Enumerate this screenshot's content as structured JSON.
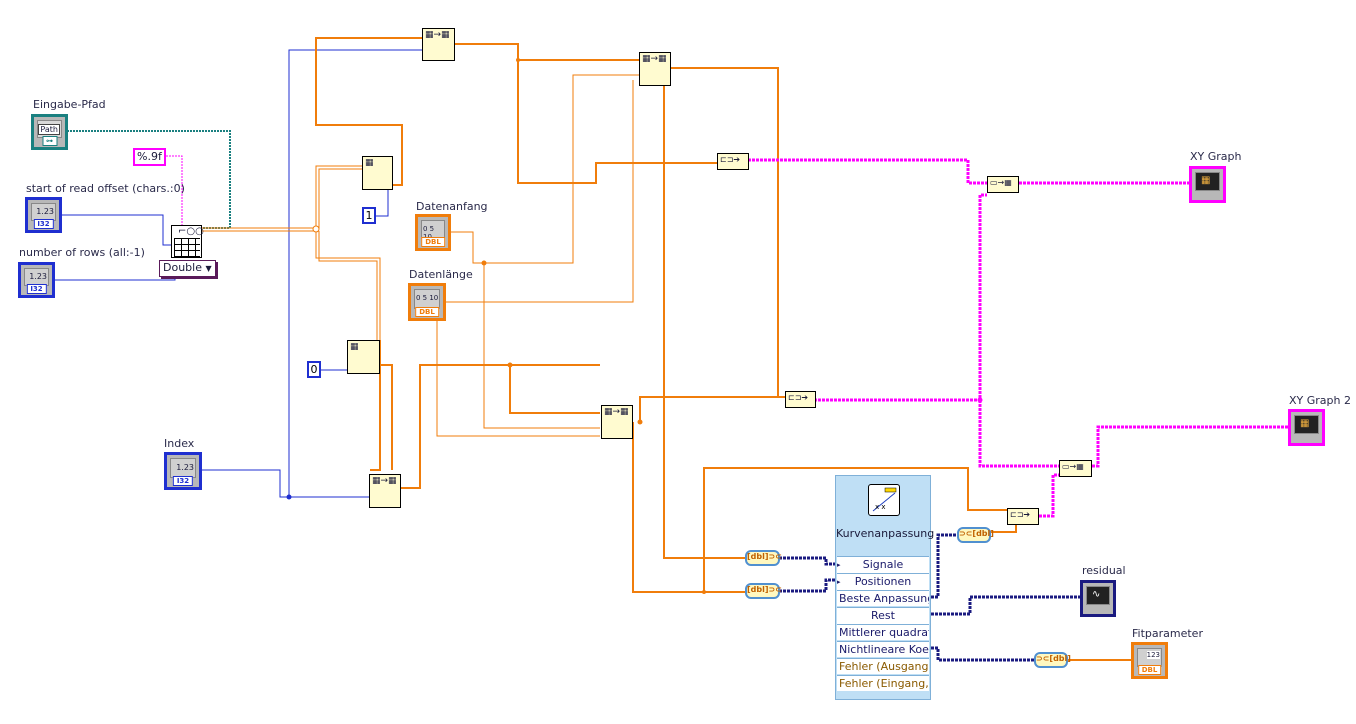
{
  "controls": {
    "path_input": {
      "label": "Eingabe-Pfad",
      "glyph": "Path"
    },
    "start_offset": {
      "label": "start of read offset (chars.:0)",
      "glyph": "1.23",
      "type": "I32"
    },
    "number_rows": {
      "label": "number of rows (all:-1)",
      "glyph": "1.23",
      "type": "I32"
    },
    "index": {
      "label": "Index",
      "glyph": "1.23",
      "type": "I32"
    },
    "datenanfang": {
      "label": "Datenanfang",
      "type": "DBL"
    },
    "datenlaenge": {
      "label": "Datenlänge",
      "type": "DBL"
    }
  },
  "constants": {
    "format": "%.9f",
    "type_ring": "Double",
    "one": "1",
    "zero": "0"
  },
  "indicators": {
    "xy_graph": {
      "label": "XY Graph"
    },
    "xy_graph_2": {
      "label": "XY Graph 2"
    },
    "residual": {
      "label": "residual"
    },
    "fitparameter": {
      "label": "Fitparameter",
      "glyph": "123",
      "type": "DBL"
    }
  },
  "express_vi": {
    "title": "Kurvenanpassung",
    "inputs": [
      {
        "label": "Signale"
      },
      {
        "label": "Positionen"
      }
    ],
    "outputs": [
      {
        "label": "Beste Anpassung"
      },
      {
        "label": "Rest"
      },
      {
        "label": "Mittlerer quadratischer Fehler"
      },
      {
        "label": "Nichtlineare Koeffizienten"
      },
      {
        "label": "Fehler (Ausgang)"
      },
      {
        "label": "Fehler (Eingang, kein Fehler)"
      }
    ]
  },
  "colors": {
    "wire_double": "#f07d0b",
    "wire_int": "#1f2fd0",
    "wire_cluster": "#ff00ff",
    "wire_path": "#1a8080",
    "wire_dynamic": "#1a1a80",
    "node_bg": "#fffbd0"
  }
}
